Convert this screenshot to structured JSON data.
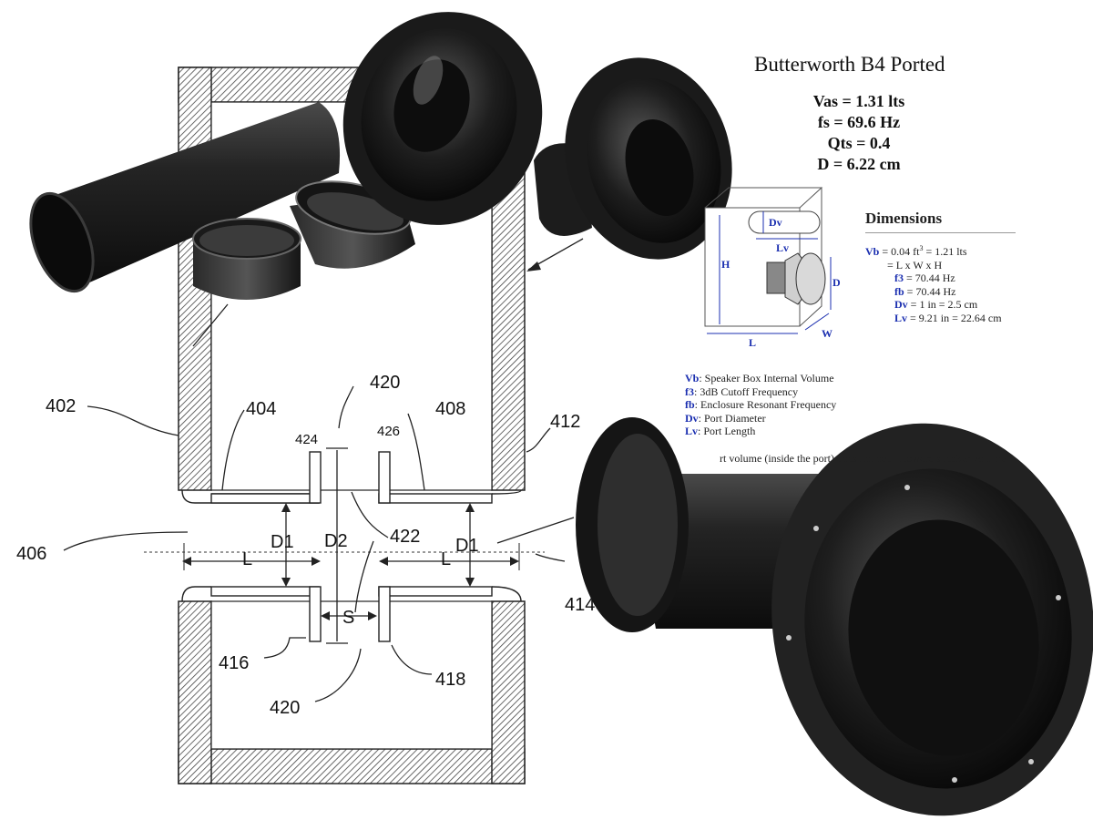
{
  "speaker": {
    "title": "Butterworth B4 Ported",
    "params": [
      "Vas = 1.31 lts",
      "fs = 69.6 Hz",
      "Qts = 0.4",
      "D = 6.22 cm"
    ]
  },
  "dimensions": {
    "heading": "Dimensions",
    "vb_key": "Vb",
    "vb_text": " = 0.04 ft",
    "vb_sup": "3",
    "vb_tail": " =  1.21 lts",
    "lwh": "= L x W x H",
    "f3_key": "f3",
    "f3_val": " = 70.44 Hz",
    "fb_key": "fb",
    "fb_val": " = 70.44 Hz",
    "dv_key": "Dv",
    "dv_val": " = 1 in  =  2.5 cm",
    "lv_key": "Lv",
    "lv_val": " = 9.21 in  =  22.64 cm"
  },
  "box_labels": {
    "dv": "Dv",
    "lv": "Lv",
    "h": "H",
    "d": "D",
    "l": "L",
    "w": "W"
  },
  "legend": [
    {
      "key": "Vb",
      "text": ": Speaker Box Internal Volume"
    },
    {
      "key": "f3",
      "text": ": 3dB Cutoff Frequency"
    },
    {
      "key": "fb",
      "text": ": Enclosure Resonant Frequency"
    },
    {
      "key": "Dv",
      "text": ": Port Diameter"
    },
    {
      "key": "Lv",
      "text": ": Port Length"
    }
  ],
  "note": "rt volume (inside the port) does not count toward speaker volume.",
  "patent_labels": {
    "n402": "402",
    "n404": "404",
    "n406": "406",
    "n408": "408",
    "n412": "412",
    "n414": "414",
    "n416": "416",
    "n418": "418",
    "n420_top": "420",
    "n420_bottom": "420",
    "n422": "422",
    "n424": "424",
    "n426": "426",
    "d1_left": "D1",
    "d1_right": "D1",
    "d2": "D2",
    "l_left": "L",
    "l_right": "L",
    "s": "S"
  },
  "colors": {
    "port_black": "#1a1a1a",
    "label_blue": "#1b2fb0",
    "hatch": "#555555"
  }
}
